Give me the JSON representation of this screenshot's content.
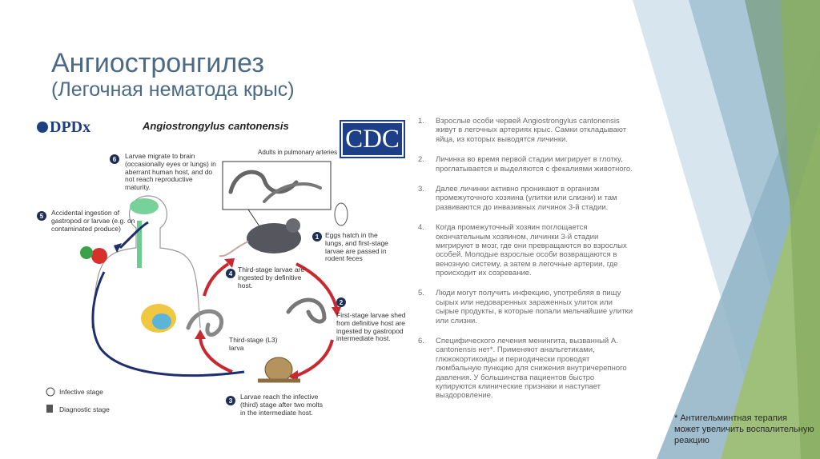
{
  "title": "Ангиостронгилез",
  "subtitle": "(Легочная нематода крыс)",
  "diagram": {
    "logo_left": "DPDx",
    "logo_right": "CDC",
    "title": "Angiostrongylus cantonensis",
    "adults_label": "Adults in pulmonary arteries",
    "stage1": {
      "number": "1",
      "text": "Eggs hatch in the lungs, and first-stage larvae are passed in rodent feces"
    },
    "stage2": {
      "number": "2",
      "text": "First-stage larvae shed from definitive host are ingested by gastropod intermediate host."
    },
    "stage3": {
      "number": "3",
      "text": "Larvae reach the infective (third) stage after two molts in the intermediate host."
    },
    "stage4": {
      "number": "4",
      "text": "Third-stage larvae are ingested by definitive host."
    },
    "stage5": {
      "number": "5",
      "text": "Accidental ingestion of gastropod or larvae (e.g. on contaminated produce)"
    },
    "stage6": {
      "number": "6",
      "text": "Larvae migrate to brain (occasionally eyes or lungs) in aberrant human host, and do not reach reproductive maturity."
    },
    "l3_label": "Third-stage (L3) larva",
    "legend_infective": "Infective stage",
    "legend_diagnostic": "Diagnostic stage"
  },
  "steps": [
    {
      "num": "1.",
      "text": "Взрослые особи червей Angiostrongylus cantonensis живут в легочных артериях крыс. Самки откладывают яйца, из которых выводятся личинки."
    },
    {
      "num": "2.",
      "text": "Личинка во время первой стадии мигрирует в глотку, проглатывается и выделяются с фекалиями животного."
    },
    {
      "num": "3.",
      "text": "Далее личинки активно проникают в организм промежуточного хозяина (улитки или слизни) и там развиваются до инвазивных личинок 3-й стадии."
    },
    {
      "num": "4.",
      "text": "Когда промежуточный хозяин поглощается окончательным хозяином, личинки 3-й стадии мигрируют в мозг, где они превращаются во взрослых особей. Молодые взрослые особи возвращаются в венозную систему, а затем в легочные артерии, где происходит их созревание."
    },
    {
      "num": "5.",
      "text": "Люди могут получить инфекцию, употребляя в пищу сырых или недоваренных зараженных улиток или сырые продукты, в которые попали мельчайшие улитки или слизни."
    },
    {
      "num": "6.",
      "text": "Специфического лечения менингита, вызванный A. cantonensis нет*. Применяют анальгетиками, глюкокортикоиды и периодически проводят люмбальную пункцию для снижения внутричерепного давления. У большинства пациентов быстро купируются клинические признаки и наступает выздоровление."
    }
  ],
  "note": "* Антигельминтная терапия может увеличить воспалительную реакцию"
}
